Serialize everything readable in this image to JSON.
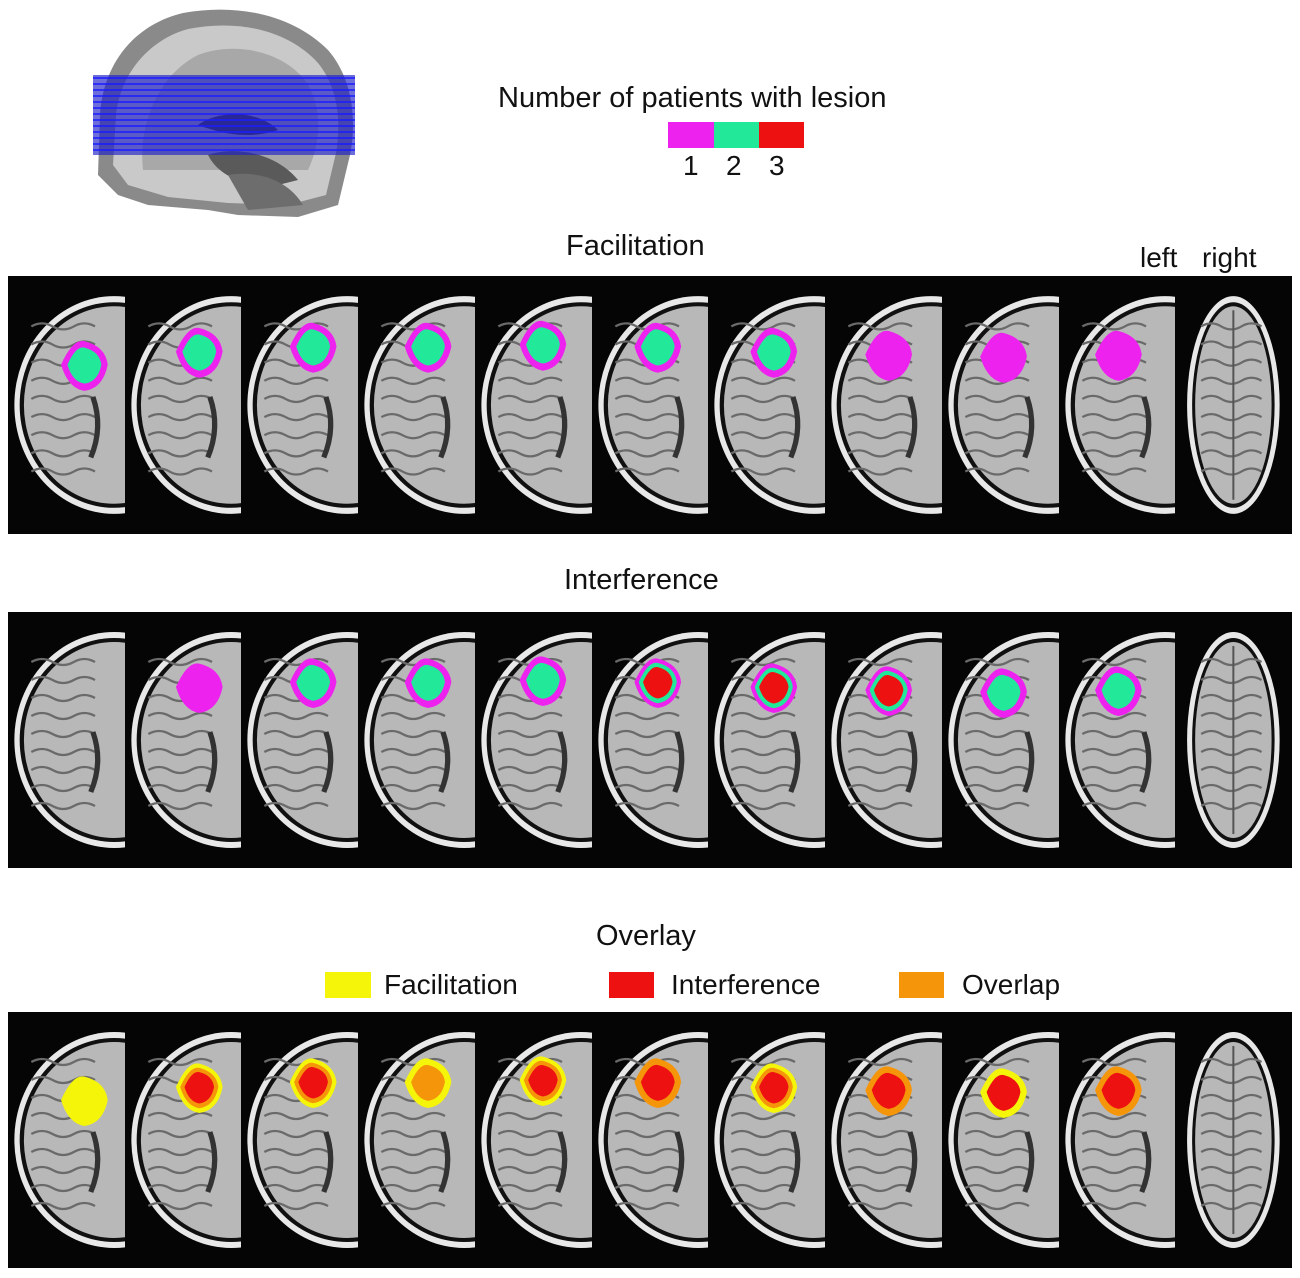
{
  "legend": {
    "title": "Number of patients with lesion",
    "items": [
      {
        "label": "1",
        "color": "#ee22ee"
      },
      {
        "label": "2",
        "color": "#22e89a"
      },
      {
        "label": "3",
        "color": "#ee1111"
      }
    ]
  },
  "orientation": {
    "left": "left",
    "right": "right"
  },
  "panels": {
    "facilitation": {
      "title": "Facilitation"
    },
    "interference": {
      "title": "Interference"
    },
    "overlay": {
      "title": "Overlay"
    }
  },
  "overlay_legend": [
    {
      "label": "Facilitation",
      "color": "#f5f50a"
    },
    {
      "label": "Interference",
      "color": "#ee1111"
    },
    {
      "label": "Overlap",
      "color": "#f5950a"
    }
  ],
  "slice_count": 11,
  "lesion_levels": {
    "facilitation": [
      [
        1,
        2
      ],
      [
        1,
        2
      ],
      [
        1,
        2
      ],
      [
        1,
        2
      ],
      [
        1,
        2
      ],
      [
        1,
        2
      ],
      [
        1,
        2
      ],
      [
        1
      ],
      [
        1
      ],
      [
        1
      ],
      []
    ],
    "interference": [
      [],
      [
        1
      ],
      [
        1,
        2
      ],
      [
        1,
        2
      ],
      [
        1,
        2
      ],
      [
        1,
        2,
        3
      ],
      [
        1,
        2,
        3
      ],
      [
        1,
        2,
        3
      ],
      [
        1,
        2
      ],
      [
        1,
        2
      ],
      []
    ],
    "overlay": [
      [
        "F"
      ],
      [
        "F",
        "O",
        "I"
      ],
      [
        "F",
        "O",
        "I"
      ],
      [
        "F",
        "O"
      ],
      [
        "F",
        "O",
        "I"
      ],
      [
        "O",
        "I"
      ],
      [
        "F",
        "O",
        "I"
      ],
      [
        "O",
        "I"
      ],
      [
        "F",
        "I"
      ],
      [
        "O",
        "I"
      ],
      []
    ]
  }
}
